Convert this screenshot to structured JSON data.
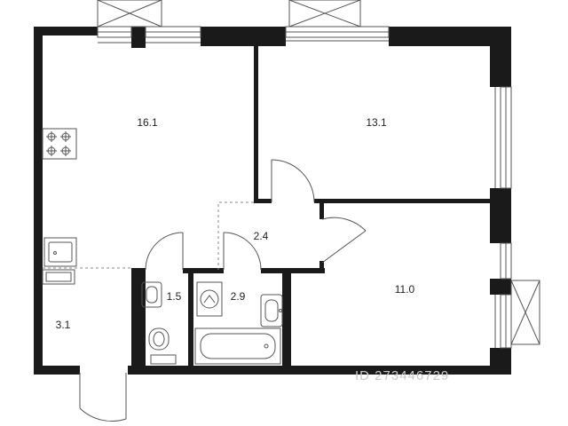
{
  "rooms": {
    "kitchen_living": "16.1",
    "bedroom_1": "13.1",
    "bedroom_2": "11.0",
    "hallway": "2.4",
    "entrance": "3.1",
    "toilet": "1.5",
    "bathroom": "2.9"
  },
  "watermark": "ID 273446729",
  "colors": {
    "wall": "#1a1a1a",
    "line": "#555555",
    "dash": "#888888",
    "bg": "#ffffff"
  }
}
